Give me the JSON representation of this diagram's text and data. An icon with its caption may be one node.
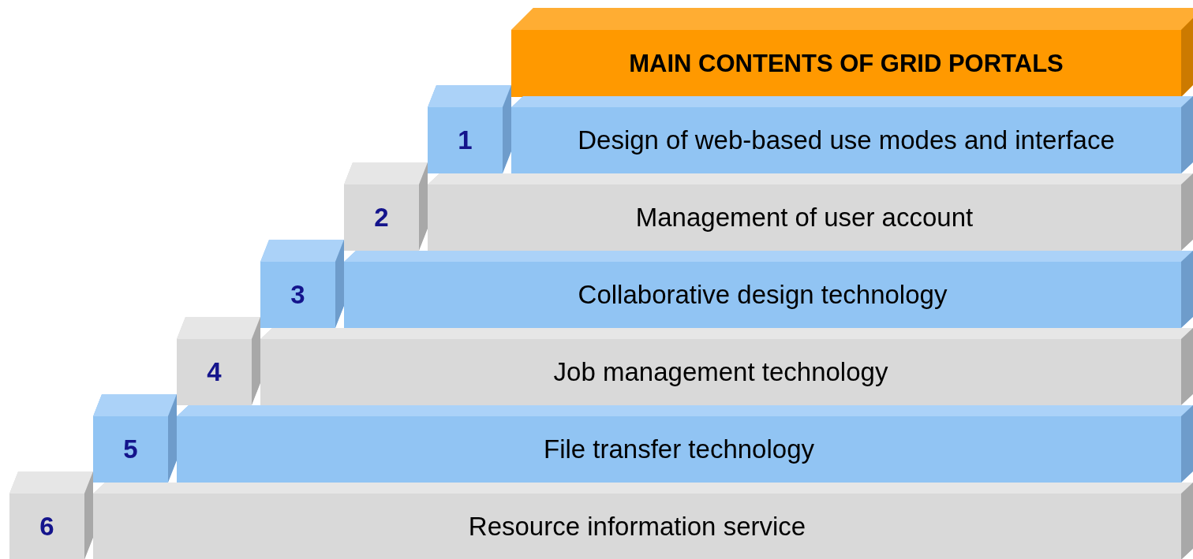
{
  "diagram": {
    "nodes": [
      {
        "text": [
          "MAIN CONTENTS OF GRID PORTALS"
        ]
      },
      {
        "text": [
          "1"
        ]
      },
      {
        "text": [
          "Design of web-based use modes and interface"
        ]
      },
      {
        "text": [
          "2"
        ]
      },
      {
        "text": [
          "Management of user account"
        ]
      },
      {
        "text": [
          "3"
        ]
      },
      {
        "text": [
          "Collaborative design technology"
        ]
      },
      {
        "text": [
          "4"
        ]
      },
      {
        "text": [
          "Job management technology"
        ]
      },
      {
        "text": [
          "5"
        ]
      },
      {
        "text": [
          "File transfer technology"
        ]
      },
      {
        "text": [
          "6"
        ]
      },
      {
        "text": [
          "Resource information service"
        ]
      }
    ]
  }
}
